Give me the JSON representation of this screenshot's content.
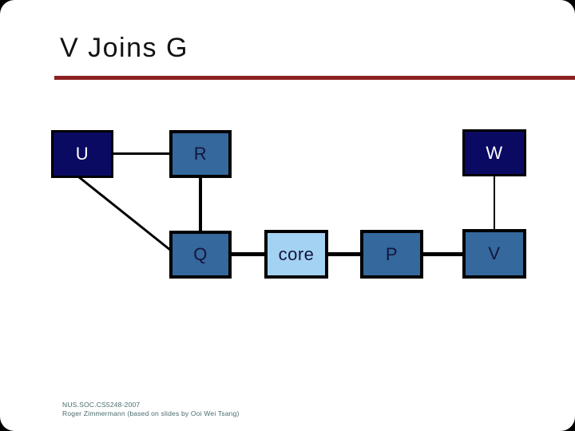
{
  "slide": {
    "title": "V Joins G",
    "footer": {
      "line1": "NUS.SOC.CS5248-2007",
      "line2": "Roger Zimmermann (based on slides by Ooi Wei Tsang)"
    },
    "diagram": {
      "nodes": [
        {
          "id": "U",
          "label": "U",
          "variant": "dark"
        },
        {
          "id": "R",
          "label": "R",
          "variant": "medium"
        },
        {
          "id": "W",
          "label": "W",
          "variant": "dark"
        },
        {
          "id": "Q",
          "label": "Q",
          "variant": "medium"
        },
        {
          "id": "core",
          "label": "core",
          "variant": "light"
        },
        {
          "id": "P",
          "label": "P",
          "variant": "medium"
        },
        {
          "id": "V",
          "label": "V",
          "variant": "medium"
        }
      ],
      "edges": [
        {
          "from": "U",
          "to": "R"
        },
        {
          "from": "U",
          "to": "Q"
        },
        {
          "from": "R",
          "to": "Q"
        },
        {
          "from": "Q",
          "to": "core"
        },
        {
          "from": "core",
          "to": "P"
        },
        {
          "from": "P",
          "to": "V"
        },
        {
          "from": "W",
          "to": "V"
        }
      ]
    },
    "colors": {
      "background": "#ffffff",
      "canvas": "#000000",
      "accent_rule": "#8b2020",
      "node_dark": "#0a0a63",
      "node_medium": "#35689c",
      "node_light": "#a4d2f2",
      "node_border": "#000000",
      "text_on_dark": "#ffffff",
      "text_on_medium": "#14143c",
      "footer_text": "#4a6b6d"
    }
  }
}
